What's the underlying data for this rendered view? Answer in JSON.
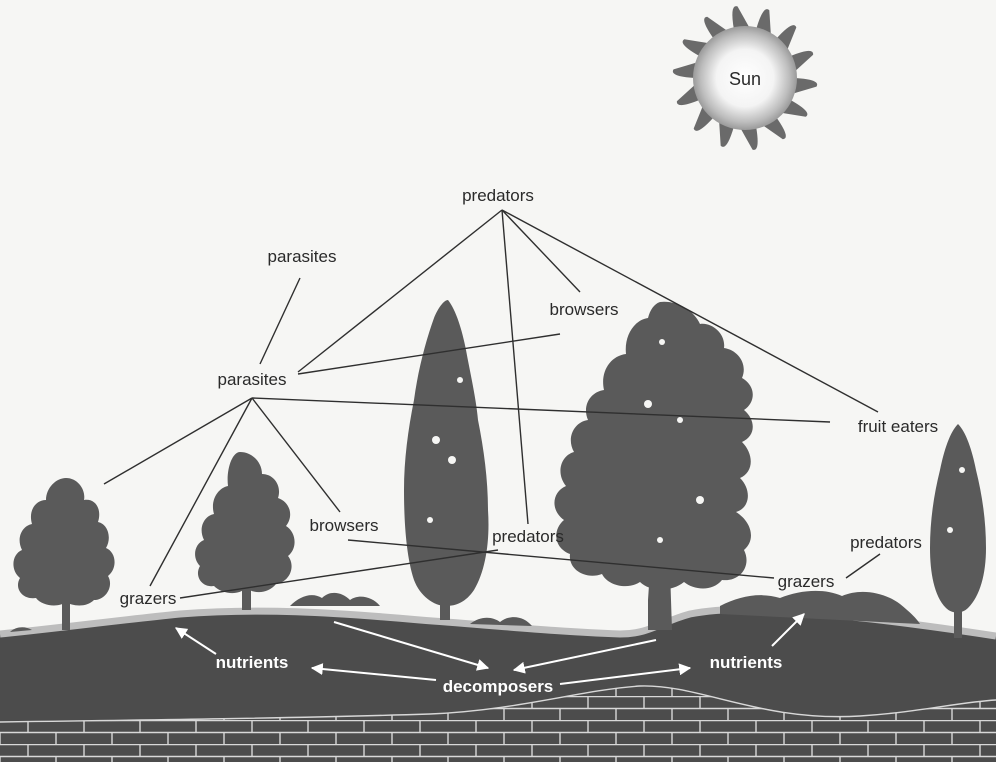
{
  "sun": {
    "label": "Sun"
  },
  "labels": {
    "predators_top": "predators",
    "parasites_top": "parasites",
    "browsers_upper": "browsers",
    "parasites_mid": "parasites",
    "fruit_eaters": "fruit eaters",
    "browsers_lower": "browsers",
    "predators_mid": "predators",
    "predators_right": "predators",
    "grazers_left": "grazers",
    "grazers_right": "grazers",
    "nutrients_left": "nutrients",
    "nutrients_right": "nutrients",
    "decomposers": "decomposers"
  },
  "colors": {
    "tree": "#5a5a5a",
    "soil": "#4c4c4c",
    "soil_band": "#bdbdbd",
    "bedrock_line": "#d8d8d8",
    "background": "#f6f6f4"
  }
}
